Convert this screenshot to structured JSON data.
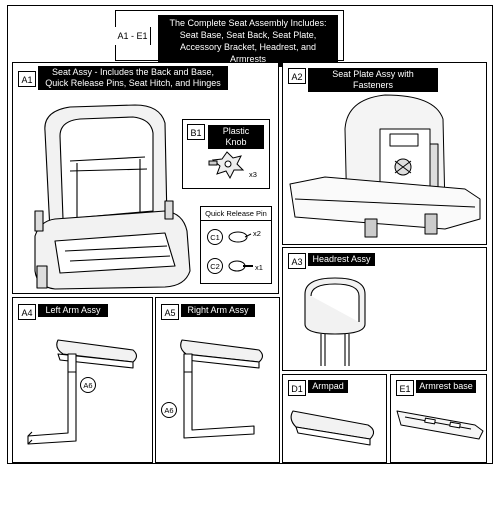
{
  "header": {
    "range_label": "A1 - E1",
    "description_lines": [
      "The Complete Seat Assembly Includes:",
      "Seat Base, Seat Back, Seat Plate,",
      "Accessory Bracket, Headrest, and Armrests"
    ]
  },
  "parts": {
    "a1": {
      "code": "A1",
      "title_lines": [
        "Seat Assy - Includes the Back and Base,",
        "Quick Release Pins, Seat Hitch, and Hinges"
      ]
    },
    "b1": {
      "code": "B1",
      "title": "Plastic Knob",
      "qty": "x3"
    },
    "qrp": {
      "title": "Quick Release Pin",
      "items": [
        {
          "code": "C1",
          "qty": "x2"
        },
        {
          "code": "C2",
          "qty": "x1"
        }
      ]
    },
    "a2": {
      "code": "A2",
      "title": "Seat Plate Assy with Fasteners"
    },
    "a3": {
      "code": "A3",
      "title": "Headrest Assy"
    },
    "a4": {
      "code": "A4",
      "title": "Left Arm Assy",
      "callout": "A6"
    },
    "a5": {
      "code": "A5",
      "title": "Right Arm Assy",
      "callout": "A6"
    },
    "d1": {
      "code": "D1",
      "title": "Armpad"
    },
    "e1": {
      "code": "E1",
      "title": "Armrest base"
    }
  }
}
